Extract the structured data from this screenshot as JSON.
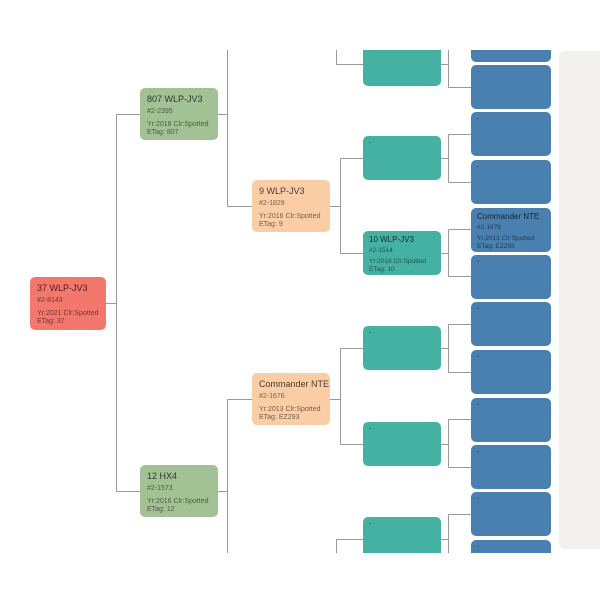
{
  "diagram": {
    "type": "pedigree-tree",
    "placeholder_mark": "-",
    "colors": {
      "subject": "#f4776e",
      "generation2": "#a2c295",
      "generation3": "#fbcda4",
      "generation4": "#45b1a2",
      "generation5": "#4a80b0",
      "placeholder_column": "#f2f1ef",
      "connector": "#999999",
      "background": "#ffffff"
    },
    "nodes": {
      "subject": {
        "name": "37 WLP-JV3",
        "number": "#2-8143",
        "details": "Yr:2021 Clr:Spotted",
        "etag": "ETag: 37"
      },
      "sire": {
        "name": "807 WLP-JV3",
        "number": "#2-2395",
        "details": "Yr:2018 Clr:Spotted",
        "etag": "ETag: 807"
      },
      "dam": {
        "name": "12 HX4",
        "number": "#2-1573",
        "details": "Yr:2016 Clr:Spotted",
        "etag": "ETag: 12"
      },
      "sire_dam": {
        "name": "9 WLP-JV3",
        "number": "#2-1829",
        "details": "Yr:2016 Clr:Spotted",
        "etag": "ETag: 9"
      },
      "dam_sire": {
        "name": "Commander NTE",
        "number": "#2-1676",
        "details": "Yr:2013 Clr:Spotted",
        "etag": "ETag: EZ293"
      },
      "sire_dam_dam": {
        "name": "10 WLP-JV3",
        "number": "#2-1514",
        "details": "Yr:2016 Clr:Spotted",
        "etag": "ETag: 10"
      },
      "sire_dam_dam_sire": {
        "name": "Commander NTE",
        "number": "#2-1676",
        "details": "Yr:2013 Clr:Spotted",
        "etag": "ETag: EZ293"
      }
    }
  }
}
